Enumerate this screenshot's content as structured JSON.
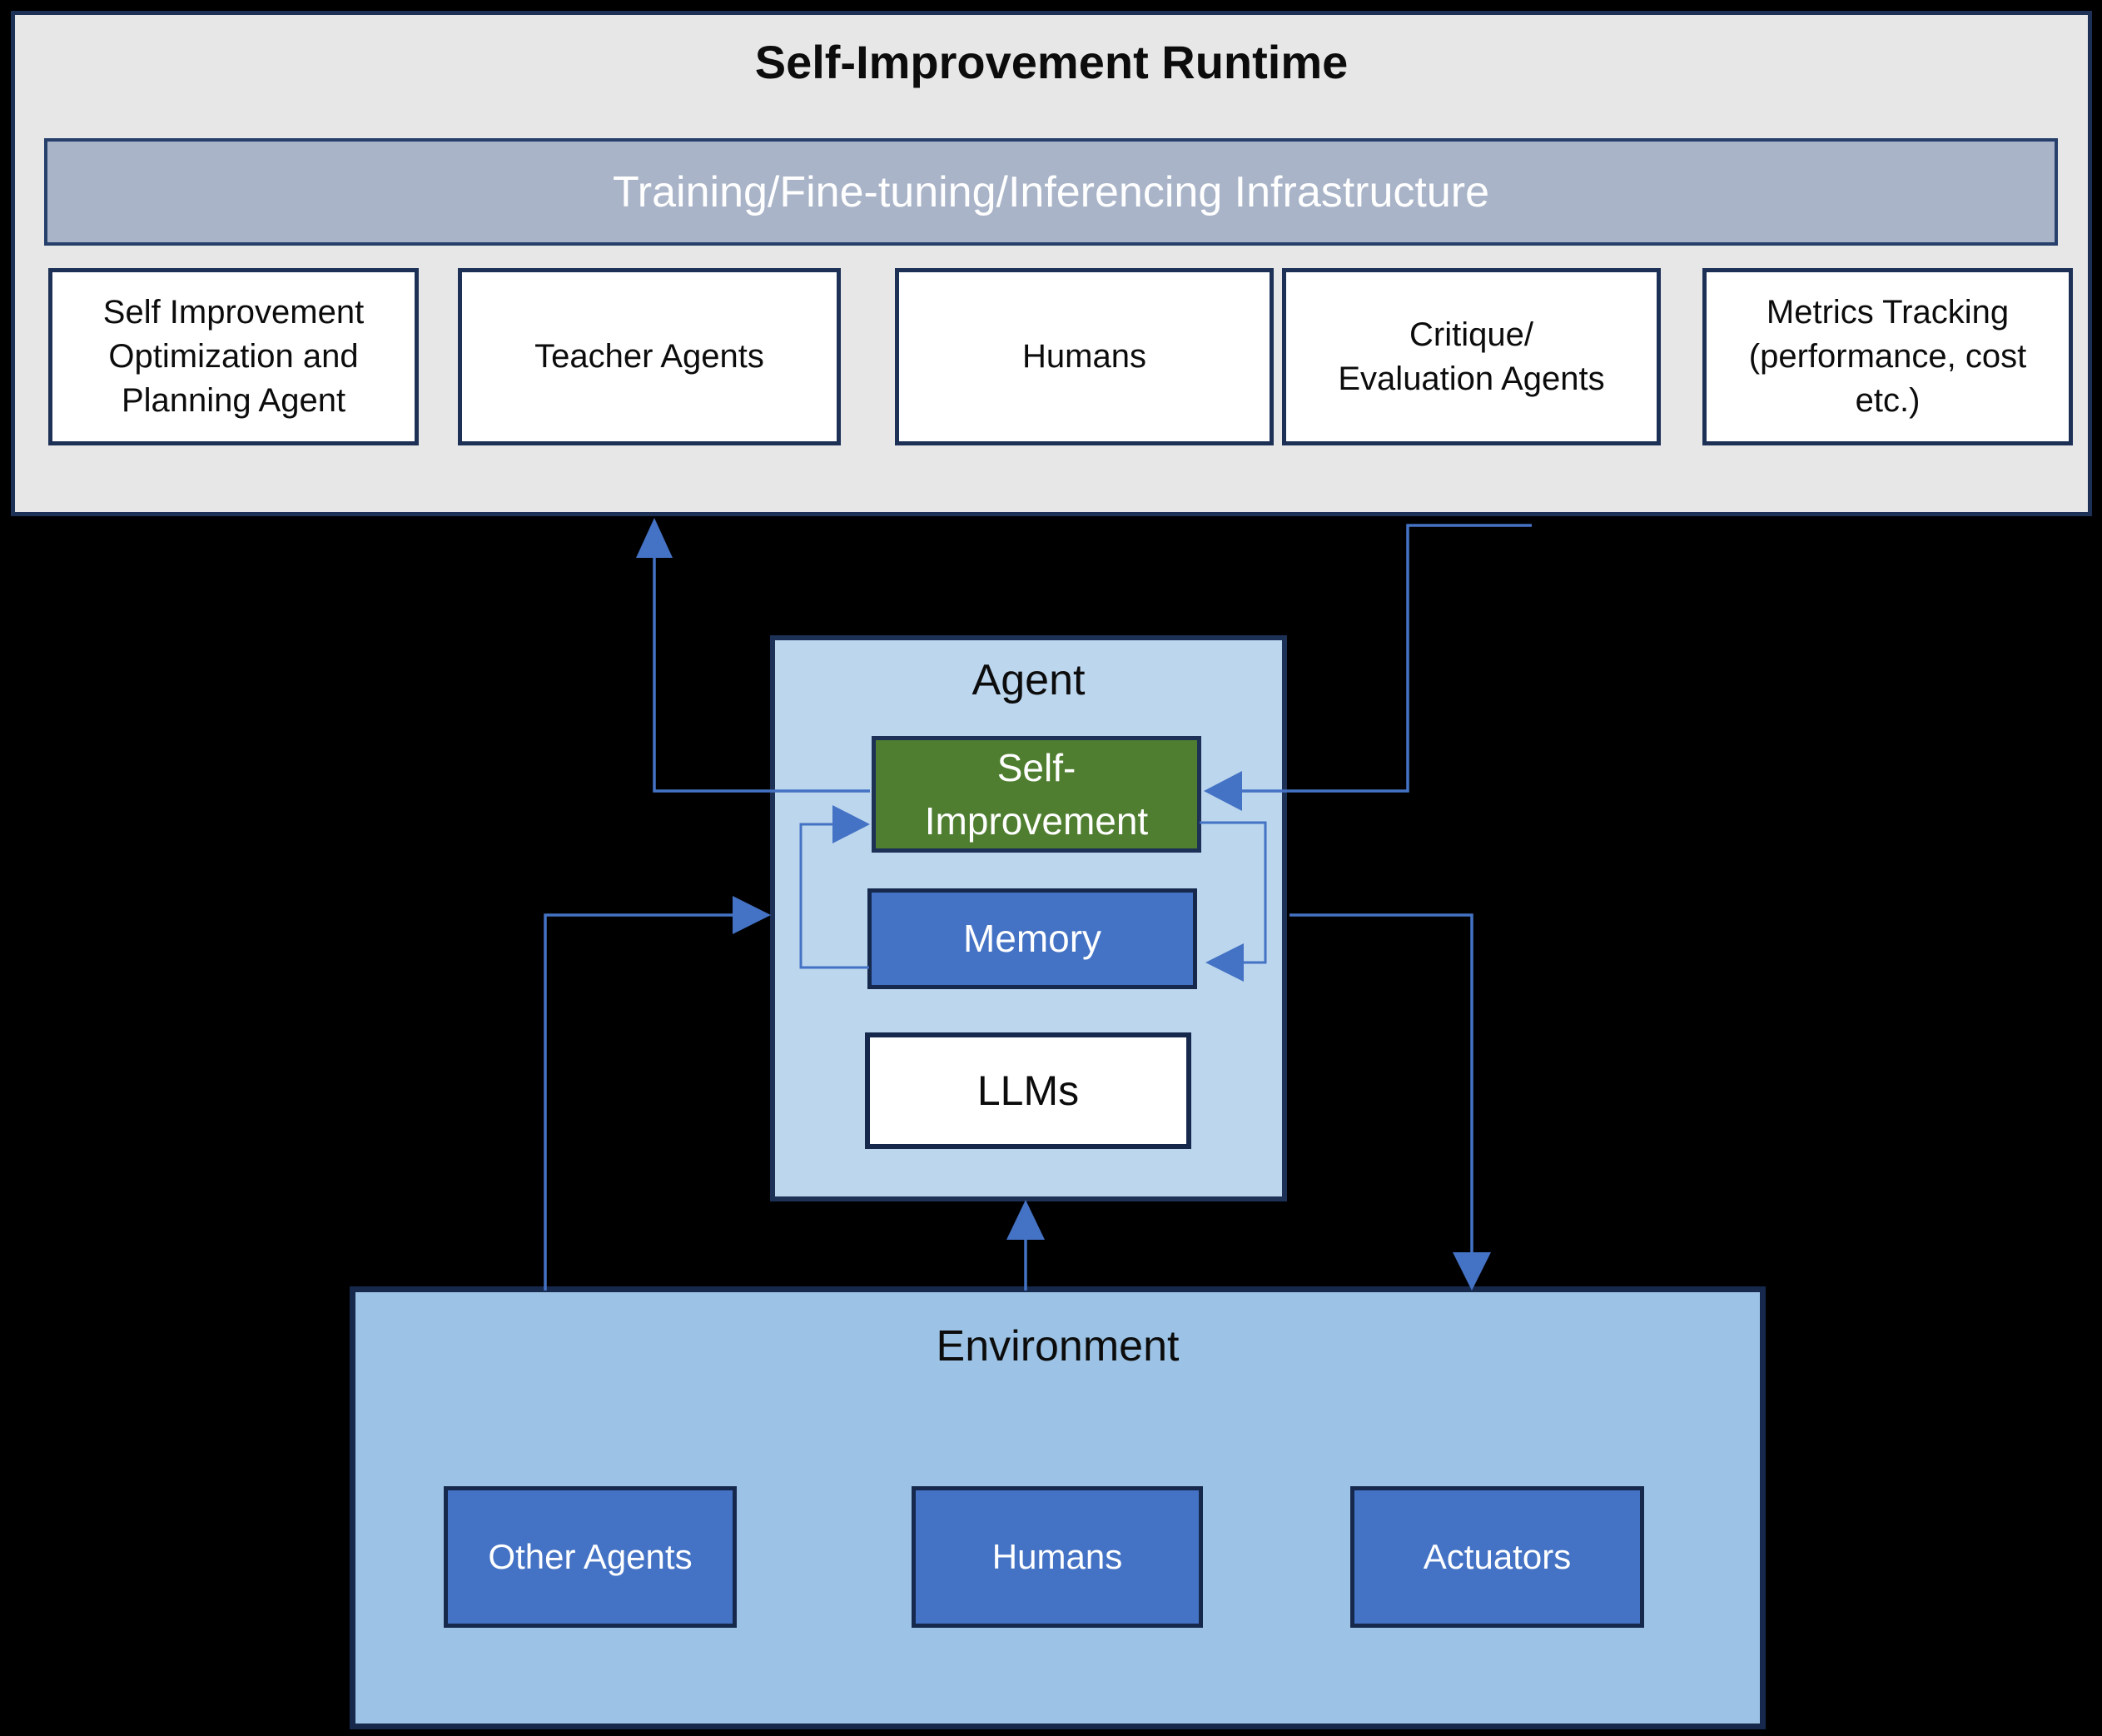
{
  "colors": {
    "background": "#000000",
    "runtime_fill": "#e7e7e7",
    "infrastructure_fill": "#a9b4c8",
    "agent_fill": "#bcd6ee",
    "environment_fill": "#9cc3e5",
    "module_green_fill": "#4f7e30",
    "module_blue_fill": "#4472c4",
    "box_border_navy": "#1d3157",
    "arrow_blue": "#4472c4"
  },
  "runtime": {
    "title": "Self-Improvement Runtime",
    "infrastructure_label": "Training/Fine-tuning/Inferencing Infrastructure",
    "components": [
      {
        "label": "Self Improvement\nOptimization and\nPlanning Agent"
      },
      {
        "label": "Teacher Agents"
      },
      {
        "label": "Humans"
      },
      {
        "label": "Critique/\nEvaluation Agents"
      },
      {
        "label": "Metrics Tracking\n(performance, cost\netc.)"
      }
    ]
  },
  "agent": {
    "title": "Agent",
    "modules": [
      {
        "id": "self-improvement",
        "label": "Self-\nImprovement"
      },
      {
        "id": "memory",
        "label": "Memory"
      },
      {
        "id": "llms",
        "label": "LLMs"
      }
    ]
  },
  "environment": {
    "title": "Environment",
    "components": [
      {
        "label": "Other Agents"
      },
      {
        "label": "Humans"
      },
      {
        "label": "Actuators"
      }
    ]
  },
  "connections": [
    {
      "from": "agent.self-improvement",
      "to": "runtime",
      "route": "left-then-up"
    },
    {
      "from": "runtime",
      "to": "agent.self-improvement",
      "route": "down-then-left"
    },
    {
      "from": "agent.memory",
      "to": "agent.self-improvement",
      "route": "left-loop"
    },
    {
      "from": "agent.self-improvement",
      "to": "agent.memory",
      "route": "right-loop"
    },
    {
      "from": "environment",
      "to": "agent",
      "route": "up-then-right-into-left-side"
    },
    {
      "from": "agent",
      "to": "environment",
      "route": "right-then-down"
    },
    {
      "from": "environment",
      "to": "agent",
      "route": "straight-up-into-bottom"
    }
  ]
}
